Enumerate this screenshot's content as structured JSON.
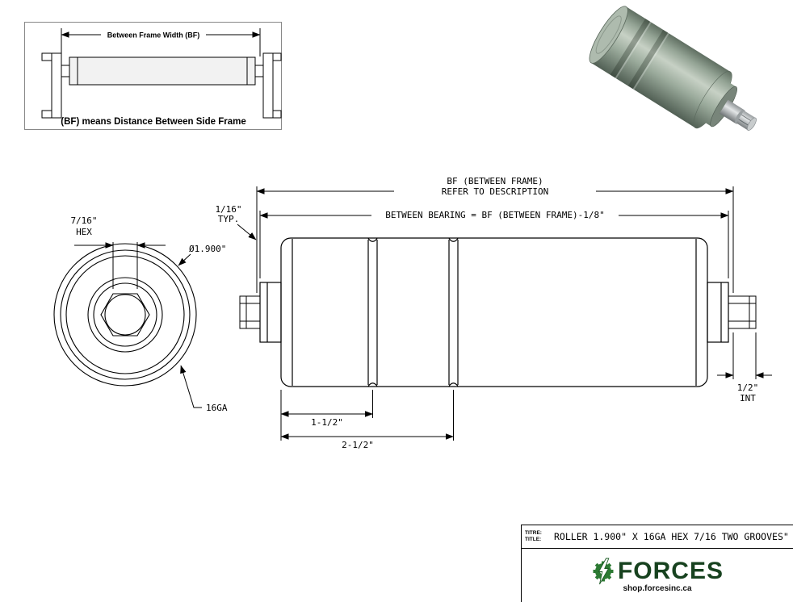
{
  "inset": {
    "dim_label": "Between Frame Width (BF)",
    "caption": "(BF) means Distance Between Side Frame"
  },
  "end_view": {
    "hex_dim_line1": "7/16\"",
    "hex_dim_line2": "HEX",
    "diameter_label": "Ø1.900\"",
    "gauge_label": "16GA"
  },
  "side_view": {
    "bf_dim_line1": "BF (BETWEEN FRAME)",
    "bf_dim_line2": "REFER TO DESCRIPTION",
    "between_bearing_label": "BETWEEN BEARING = BF (BETWEEN FRAME)-1/8\"",
    "typ_dim_line1": "1/16\"",
    "typ_dim_line2": "TYP.",
    "groove1_dim": "1-1/2\"",
    "groove2_dim": "2-1/2\"",
    "shaft_dim_line1": "1/2\"",
    "shaft_dim_line2": "INT"
  },
  "title_block": {
    "label_titre": "TITRE:",
    "label_title": "TITLE:",
    "title": "ROLLER 1.900\" X 16GA HEX 7/16 TWO GROOVES\"",
    "brand": "FORCES",
    "website": "shop.forcesinc.ca"
  },
  "colors": {
    "line": "#000000",
    "roller_body_green": "#93a394",
    "roller_highlight": "#c7d1c5",
    "roller_shadow": "#4f5d52",
    "brand_green": "#17421f",
    "gear_green": "#2c7a33"
  }
}
